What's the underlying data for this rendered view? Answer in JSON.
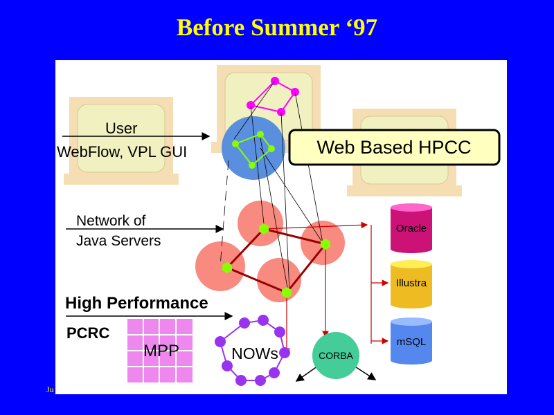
{
  "slide": {
    "title": "Before Summer ‘97",
    "footer": "Ju"
  },
  "diagram": {
    "user_label": "User",
    "gui_label": "WebFlow, VPL GUI",
    "banner": "Web Based HPCC",
    "network_line1": "Network of",
    "network_line2": "Java Servers",
    "hp_label": "High Performance",
    "pcrc_label": "PCRC",
    "mpp_label": "MPP",
    "nows_label": "NOWs",
    "corba_label": "CORBA",
    "databases": [
      "Oracle",
      "Illustra",
      "mSQL"
    ]
  },
  "colors": {
    "background": "#0000ff",
    "title": "#ffff00",
    "monitor": "#f5deb3",
    "screen": "#f0f0c0",
    "user_sphere": "#5a8fe0",
    "server_sphere": "#f88a80",
    "node": "#88ff00",
    "pink_graph": "#ff00ff",
    "link": "#cc0000",
    "oracle": "#cc1177",
    "illustra": "#eebb22",
    "msql": "#5588ee",
    "corba": "#44cc99",
    "mpp_grid": "#ee88ee",
    "nows": "#9933ee",
    "banner_fill": "#ffffc0"
  }
}
